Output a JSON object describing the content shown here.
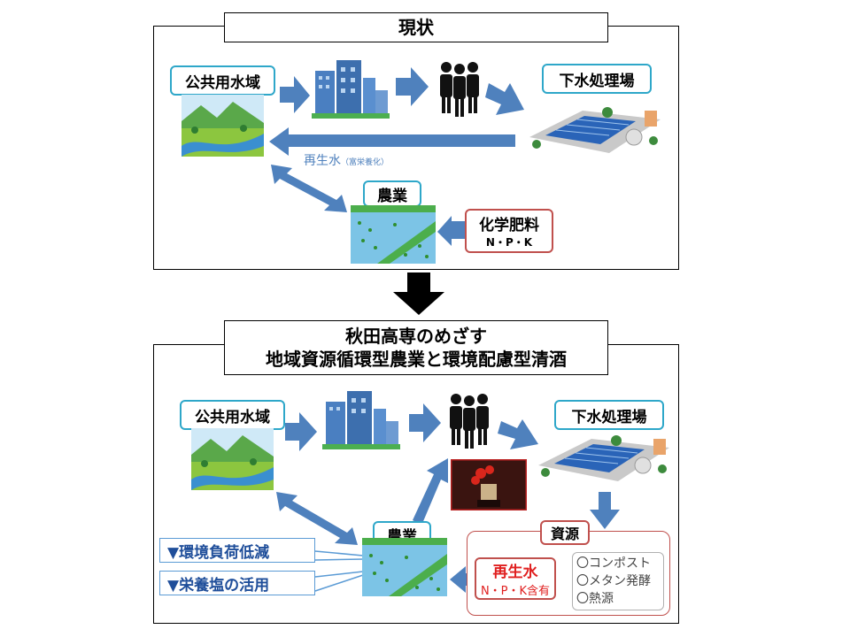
{
  "top": {
    "title": "現状",
    "public_water": "公共用水域",
    "sewage_plant": "下水処理場",
    "agriculture": "農業",
    "recycled_water": "再生水",
    "recycled_water_note": "（富栄養化）",
    "fertilizer_title": "化学肥料",
    "fertilizer_sub": "N・P・K"
  },
  "bottom": {
    "title_line1": "秋田高専のめざす",
    "title_line2": "地域資源循環型農業と環境配慮型清酒",
    "public_water": "公共用水域",
    "sewage_plant": "下水処理場",
    "agriculture": "農業",
    "resources": "資源",
    "recycled_water": "再生水",
    "recycled_sub": "N・P・K含有",
    "resource_items": [
      "〇コンポスト",
      "〇メタン発酵",
      "〇熱源"
    ],
    "benefit1": "▼環境負荷低減",
    "benefit2": "▼栄養塩の活用"
  },
  "colors": {
    "arrow": "#4f81bd",
    "label_border": "#2ea7c9",
    "red_border": "#c0504d",
    "recycled_red": "#e02020"
  }
}
